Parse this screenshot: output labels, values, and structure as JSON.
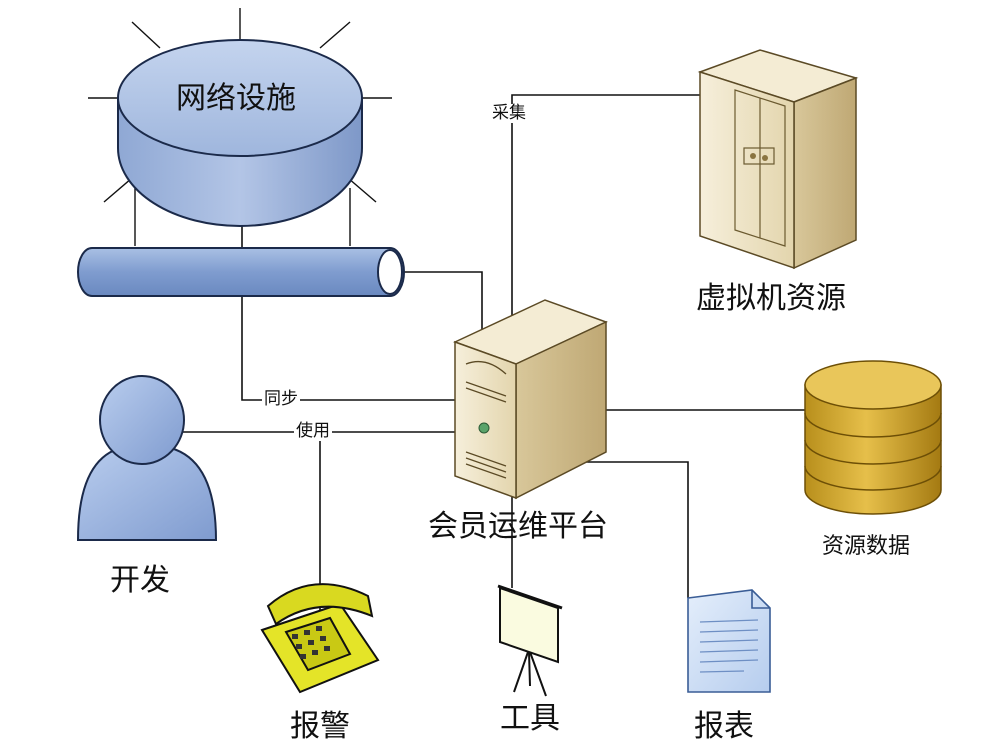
{
  "nodes": {
    "network": "网络设施",
    "vm": "虚拟机资源",
    "platform": "会员运维平台",
    "developer": "开发",
    "alarm": "报警",
    "tools": "工具",
    "report": "报表",
    "resource_data": "资源数据"
  },
  "edges": {
    "collect": "采集",
    "sync": "同步",
    "use": "使用"
  },
  "colors": {
    "network_blue": "#a9bfe2",
    "server_beige": "#efe4c6",
    "database_gold": "#cfa52a",
    "phone_yellow": "#e4e428",
    "document_blue": "#c8dbf3"
  }
}
